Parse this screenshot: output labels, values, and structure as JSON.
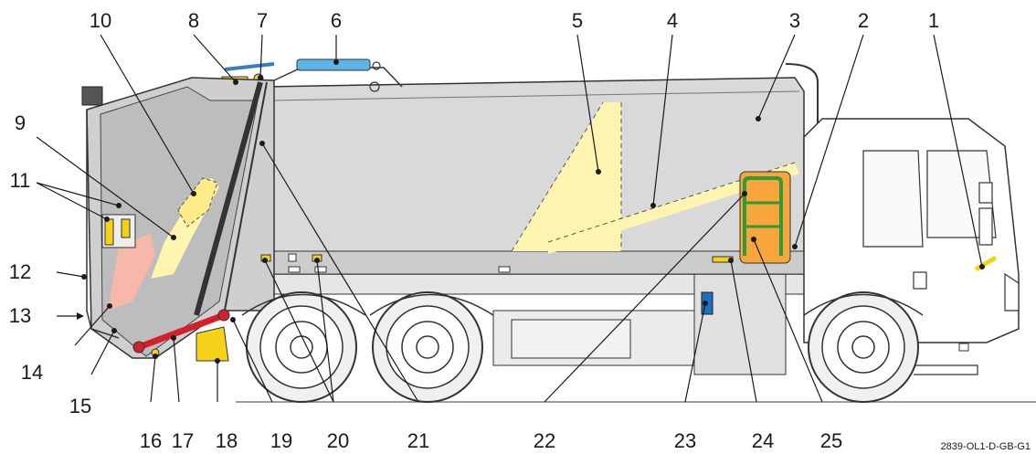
{
  "diagram": {
    "reference_code": "2839-OL1-D-GB-G1",
    "callouts": [
      {
        "id": "c1",
        "label": "1"
      },
      {
        "id": "c2",
        "label": "2"
      },
      {
        "id": "c3",
        "label": "3"
      },
      {
        "id": "c4",
        "label": "4"
      },
      {
        "id": "c5",
        "label": "5"
      },
      {
        "id": "c6",
        "label": "6"
      },
      {
        "id": "c7",
        "label": "7"
      },
      {
        "id": "c8",
        "label": "8"
      },
      {
        "id": "c9",
        "label": "9"
      },
      {
        "id": "c10",
        "label": "10"
      },
      {
        "id": "c11",
        "label": "11"
      },
      {
        "id": "c12",
        "label": "12"
      },
      {
        "id": "c13",
        "label": "13"
      },
      {
        "id": "c14",
        "label": "14"
      },
      {
        "id": "c15",
        "label": "15"
      },
      {
        "id": "c16",
        "label": "16"
      },
      {
        "id": "c17",
        "label": "17"
      },
      {
        "id": "c18",
        "label": "18"
      },
      {
        "id": "c19",
        "label": "19"
      },
      {
        "id": "c20",
        "label": "20"
      },
      {
        "id": "c21",
        "label": "21"
      },
      {
        "id": "c22",
        "label": "22"
      },
      {
        "id": "c23",
        "label": "23"
      },
      {
        "id": "c24",
        "label": "24"
      },
      {
        "id": "c25",
        "label": "25"
      }
    ],
    "colors": {
      "body_grey": "#d9d9d9",
      "body_dark": "#bfbfbf",
      "outline": "#333333",
      "zone_yellow": "#fff5b0",
      "zone_pink": "#f6b8a8",
      "orange_panel": "#f7a63b",
      "green_handrail": "#2e9a3a",
      "red_cylinder": "#d4202a",
      "yellow_part": "#f5d21a",
      "blue_part": "#5bb6e6",
      "blue_small": "#1e6fc0"
    }
  }
}
